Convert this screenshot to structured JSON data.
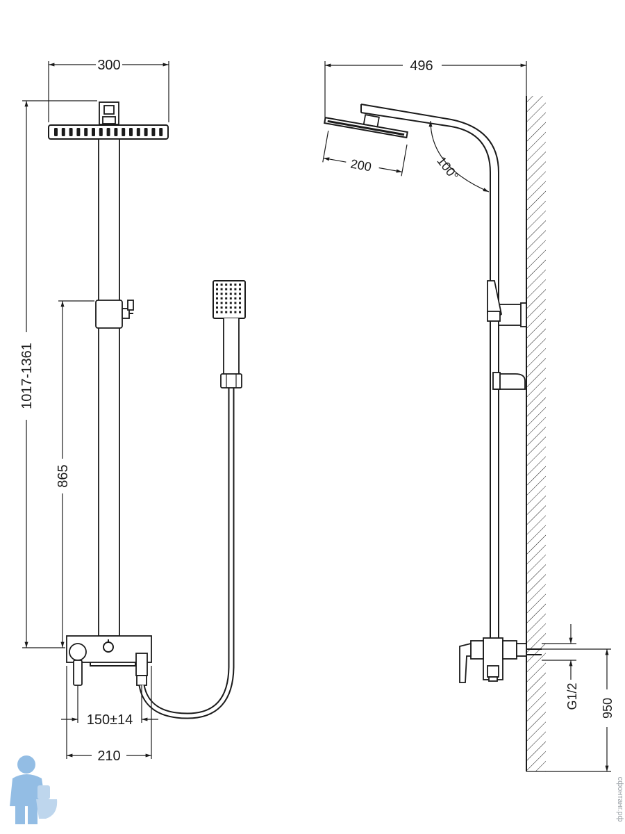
{
  "dimensions": {
    "head_width": "300",
    "total_height": "1017-1361",
    "slider_height": "865",
    "mixer_spacing": "150±14",
    "mixer_width": "210",
    "arm_reach": "496",
    "head_diameter": "200",
    "arm_angle": "100°",
    "thread": "G1/2",
    "inlet_height": "950"
  },
  "watermark": {
    "text": "сфонтанг.рф"
  },
  "colors": {
    "line": "#1a1a1a",
    "mascot": "#6fa8dc"
  }
}
